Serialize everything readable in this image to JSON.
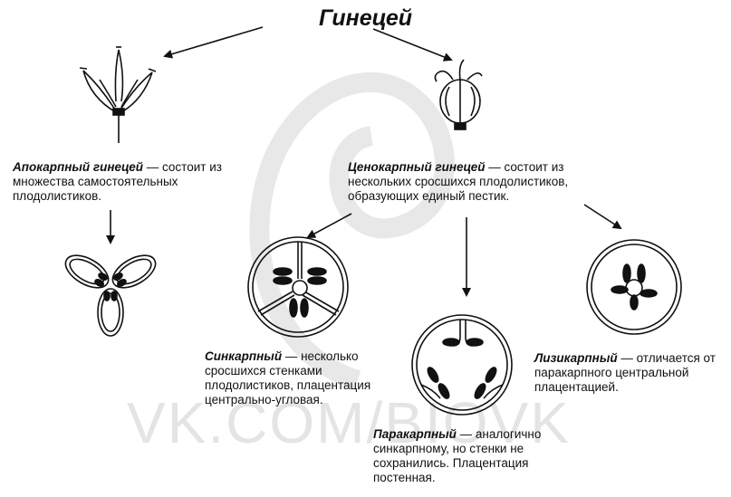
{
  "title": "Гинецей",
  "watermark": "VK.COM/BIOVK",
  "apocarpous": {
    "term": "Апокарпный гинецей",
    "text": " — состоит из множества самостоятельных плодолистиков."
  },
  "coenocarpous": {
    "term": "Ценокарпный гинецей",
    "text": " — состоит из нескольких сросшихся плодолистиков, образующих единый пестик."
  },
  "syncarpous": {
    "term": "Синкарпный",
    "text": " — несколько сросшихся стенками плодолистиков, плацентация центрально-угловая."
  },
  "paracarpous": {
    "term": "Паракарпный",
    "text": " — аналогично синкарпному, но стенки не сохранились. Плацентация постенная."
  },
  "lysicarpous": {
    "term": "Лизикарпный",
    "text": " — отличается от паракарпного центральной плацентацией."
  }
}
